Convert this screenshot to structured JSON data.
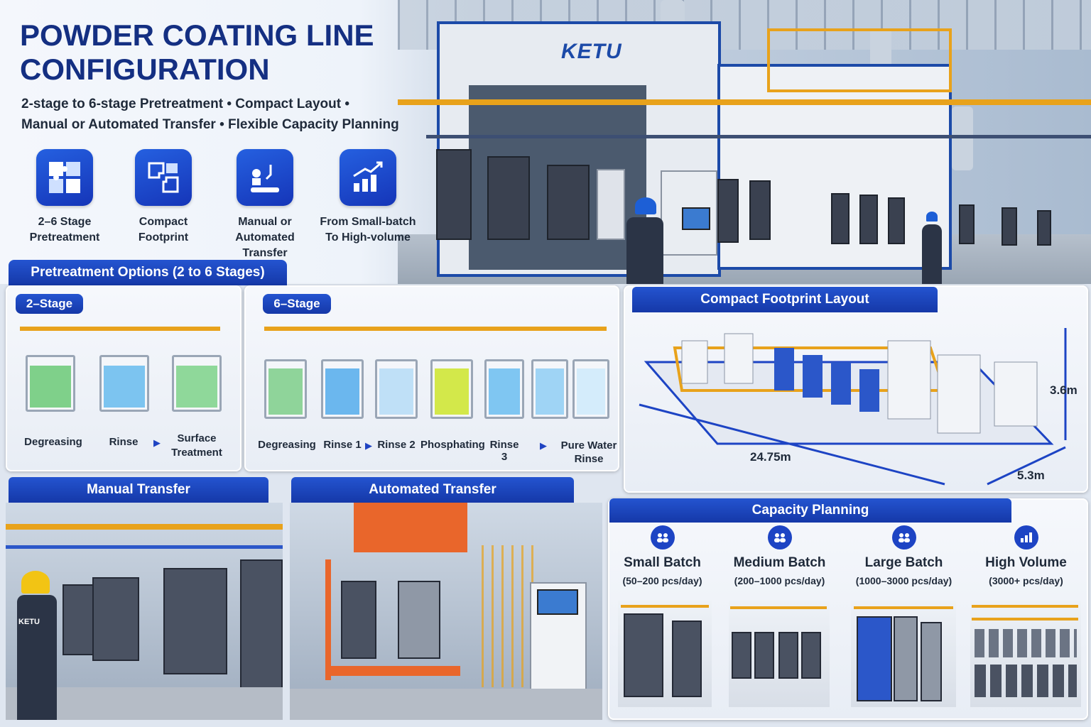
{
  "header": {
    "title_line1": "POWDER COATING LINE",
    "title_line2": "CONFIGURATION",
    "subtitle_line1": "2-stage to 6-stage Pretreatment • Compact Layout •",
    "subtitle_line2": "Manual or Automated Transfer • Flexible Capacity Planning"
  },
  "brand": {
    "logo": "KETU",
    "primary_color": "#1538a8",
    "accent_color": "#e8a21b"
  },
  "features": [
    {
      "icon": "puzzle-icon",
      "line1": "2–6 Stage",
      "line2": "Pretreatment"
    },
    {
      "icon": "compact-puzzle-icon",
      "line1": "Compact",
      "line2": "Footprint"
    },
    {
      "icon": "robot-conveyor-icon",
      "line1": "Manual or",
      "line2": "Automated Transfer"
    },
    {
      "icon": "growth-chart-icon",
      "line1": "From Small-batch",
      "line2": "To High-volume"
    }
  ],
  "pretreatment": {
    "header": "Pretreatment Options (2 to 6 Stages)",
    "two_stage": {
      "label": "2–Stage",
      "stages": [
        "Degreasing",
        "Rinse",
        "Surface Treatment"
      ],
      "surface_line1": "Surface",
      "surface_line2": "Treatment"
    },
    "six_stage": {
      "label": "6–Stage",
      "stages": [
        "Degreasing",
        "Rinse 1",
        "Rinse 2",
        "Phosphating",
        "Rinse 3"
      ],
      "pure_line1": "Pure Water",
      "pure_line2": "Rinse"
    }
  },
  "compact": {
    "header": "Compact Footprint Layout",
    "length": "24.75m",
    "width": "5.3m",
    "height": "3.6m"
  },
  "transfer": {
    "manual_header": "Manual Transfer",
    "automated_header": "Automated Transfer",
    "worker_logo": "KETU"
  },
  "capacity": {
    "header": "Capacity Planning",
    "tiers": [
      {
        "icon": "people-icon",
        "title": "Small Batch",
        "range": "(50–200 pcs/day)"
      },
      {
        "icon": "people-icon",
        "title": "Medium Batch",
        "range": "(200–1000 pcs/day)"
      },
      {
        "icon": "people-icon",
        "title": "Large Batch",
        "range": "(1000–3000 pcs/day)"
      },
      {
        "icon": "bar-chart-icon",
        "title": "High Volume",
        "range": "(3000+ pcs/day)"
      }
    ]
  }
}
